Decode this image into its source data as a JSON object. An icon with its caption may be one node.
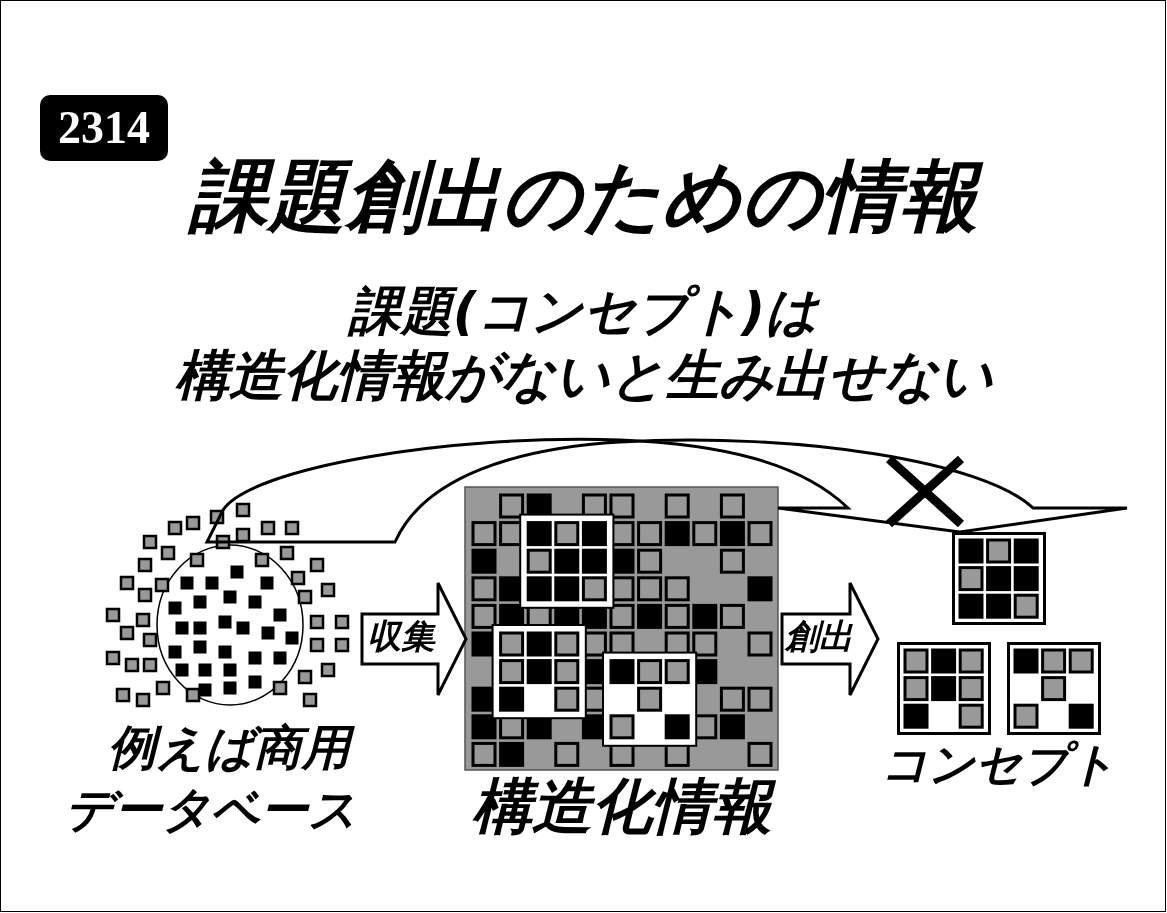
{
  "diagram": {
    "title": "課題創出のための情報",
    "nodes": [
      {
        "text": [
          "2314"
        ]
      },
      {
        "text": [
          "例えば商用データベース"
        ]
      },
      {
        "text": [
          "構造化情報"
        ]
      },
      {
        "text": [
          "コンセプト"
        ]
      },
      {
        "text": [],
        "shape": "box",
        "in": 3
      },
      {
        "text": [],
        "shape": "box",
        "in": 3
      },
      {
        "text": [],
        "shape": "box",
        "in": 3
      }
    ],
    "edges": [
      {
        "from": 1,
        "to": 2,
        "arrow": "to",
        "label": "収集"
      },
      {
        "from": 2,
        "to": 3,
        "arrow": "to",
        "label": "創出"
      },
      {
        "from": 1,
        "to": 4,
        "arrow": "to"
      }
    ],
    "labels": [
      "課題(コンセプト)は",
      "構造化情報がないと生み出せない"
    ]
  }
}
